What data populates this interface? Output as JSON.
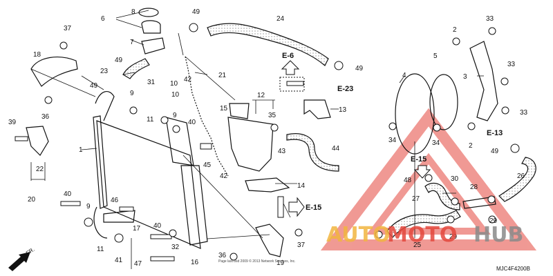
{
  "diagram": {
    "part_labels": {
      "p1": "1",
      "p2a": "2",
      "p2b": "2",
      "p3": "3",
      "p4": "4",
      "p5": "5",
      "p6": "6",
      "p7": "7",
      "p8": "8",
      "p9a": "9",
      "p9b": "9",
      "p9c": "9",
      "p10a": "10",
      "p10b": "10",
      "p11a": "11",
      "p11b": "11",
      "p12": "12",
      "p13": "13",
      "p14": "14",
      "p15": "15",
      "p16": "16",
      "p17": "17",
      "p18": "18",
      "p19": "19",
      "p20": "20",
      "p21": "21",
      "p22": "22",
      "p23": "23",
      "p24": "24",
      "p25": "25",
      "p26": "26",
      "p27": "27",
      "p28": "28",
      "p29a": "29",
      "p29b": "29",
      "p30": "30",
      "p31": "31",
      "p32": "32",
      "p33a": "33",
      "p33b": "33",
      "p33c": "33",
      "p34a": "34",
      "p34b": "34",
      "p35": "35",
      "p36a": "36",
      "p36b": "36",
      "p37a": "37",
      "p37b": "37",
      "p39": "39",
      "p40a": "40",
      "p40b": "40",
      "p40c": "40",
      "p41": "41",
      "p42a": "42",
      "p42b": "42",
      "p43": "43",
      "p44": "44",
      "p45": "45",
      "p46": "46",
      "p47": "47",
      "p48": "48",
      "p49a": "49",
      "p49b": "49",
      "p49c": "49",
      "p49d": "49",
      "p49e": "49"
    },
    "references": {
      "e6": "E-6",
      "e23": "E-23",
      "e13": "E-13",
      "e15a": "E-15",
      "e15b": "E-15"
    },
    "direction": "FR.",
    "diagram_code": "MJC4F4200B",
    "copyright": "Page last bsd 2009 © 2013 Network Services, Inc.",
    "watermark": {
      "brand_a": "AUTO",
      "brand_b": "MOTO",
      "brand_c": "HUB",
      "color_a": "#f2b640",
      "color_b": "#e4473d",
      "color_c": "#8a8a8a"
    }
  }
}
